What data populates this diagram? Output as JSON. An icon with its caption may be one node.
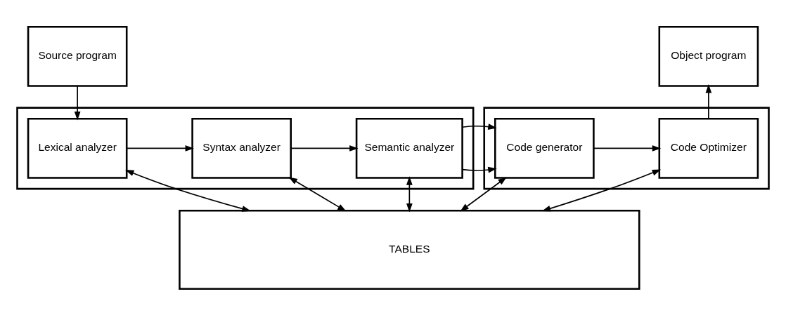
{
  "diagram": {
    "nodes": [
      {
        "text": [
          "Source program"
        ]
      },
      {
        "text": [
          "Object program"
        ]
      },
      {
        "text": [],
        "shape": "box"
      },
      {
        "text": [
          "Lexical analyzer"
        ],
        "in": 2
      },
      {
        "text": [
          "Syntax analyzer"
        ],
        "in": 2
      },
      {
        "text": [
          "Semantic analyzer"
        ],
        "in": 2
      },
      {
        "text": [],
        "shape": "box"
      },
      {
        "text": [
          "Code generator"
        ],
        "in": 6
      },
      {
        "text": [
          "Code Optimizer"
        ],
        "in": 6
      },
      {
        "text": [
          "TABLES"
        ]
      }
    ],
    "edges": [
      {
        "from": 0,
        "to": 3,
        "arrow": "to"
      },
      {
        "from": 3,
        "to": 4,
        "arrow": "to"
      },
      {
        "from": 4,
        "to": 5,
        "arrow": "to"
      },
      {
        "from": 5,
        "to": 7,
        "arrow": "to"
      },
      {
        "from": 7,
        "to": 8,
        "arrow": "to"
      },
      {
        "from": 8,
        "to": 1,
        "arrow": "to"
      },
      {
        "from": 3,
        "to": 9,
        "arrow": "both"
      },
      {
        "from": 4,
        "to": 9,
        "arrow": "both"
      },
      {
        "from": 5,
        "to": 9,
        "arrow": "both"
      },
      {
        "from": 7,
        "to": 9,
        "arrow": "both"
      },
      {
        "from": 8,
        "to": 9,
        "arrow": "both"
      }
    ]
  }
}
